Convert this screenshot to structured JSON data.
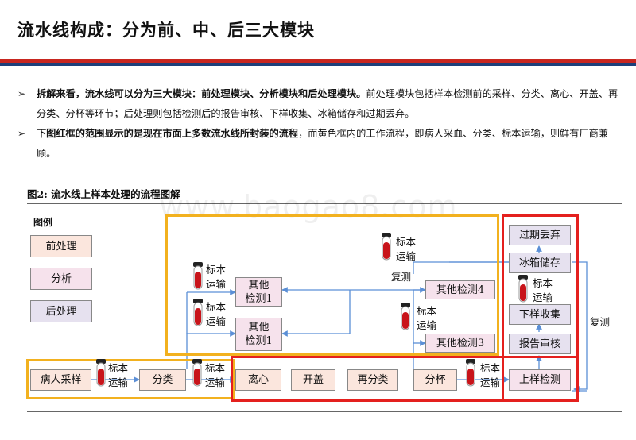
{
  "title": "流水线构成：分为前、中、后三大模块",
  "bullets": [
    {
      "mark": "➢",
      "bold": "拆解来看，流水线可以分为三大模块：前处理模块、分析模块和后处理模块。",
      "text": "前处理模块包括样本检测前的采样、分类、离心、开盖、再分类、分杯等环节；后处理则包括检测后的报告审核、下样收集、冰箱储存和过期丢弃。"
    },
    {
      "mark": "➢",
      "bold": "下图红框的范围显示的是现在市面上多数流水线所封装的流程",
      "text": "，而黄色框内的工作流程，即病人采血、分类、标本运输，则鲜有厂商兼顾。"
    }
  ],
  "figure": {
    "title": "图2:  流水线上样本处理的流程图解",
    "watermark": "www.baogao8.com",
    "legend": {
      "title": "图例",
      "items": [
        "前处理",
        "分析",
        "后处理"
      ]
    },
    "nodes": {
      "patient_blood": "病人采样",
      "classify": "分类",
      "centrifuge": "离心",
      "uncap": "开盖",
      "reclassify": "再分类",
      "aliquot": "分杯",
      "loading_test": "上样检测",
      "report_review": "报告审核",
      "unload_collect": "下样收集",
      "fridge_store": "冰箱储存",
      "expire_discard": "过期丢弃",
      "other_test_1a": "其他\n检测1",
      "other_test_1b": "其他\n检测1",
      "other_test_4": "其他检测4",
      "other_test_3": "其他检测3"
    },
    "labels": {
      "transport": "标本\n运输",
      "retest": "复测"
    },
    "colors": {
      "pre": "#fbe6dd",
      "analysis": "#f6e2ec",
      "post": "#e6e1ef",
      "yellow_frame": "#f2b11f",
      "red_frame": "#e4201e",
      "arrow": "#5b8fd6"
    },
    "icons": {
      "sample_tube": "sample-tube-icon"
    }
  }
}
